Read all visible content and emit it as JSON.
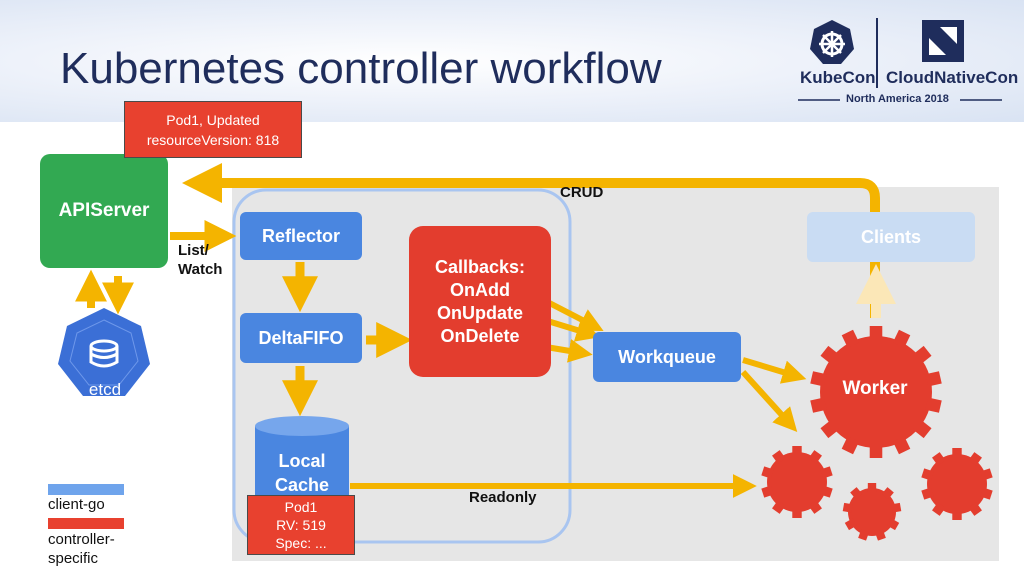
{
  "title": "Kubernetes controller workflow",
  "branding": {
    "kubecon": "KubeCon",
    "cloudnativecon": "CloudNativeCon",
    "event": "North America 2018",
    "kubecon_logo_icon": "kubernetes-helm-wheel-icon",
    "cncf_logo_icon": "cncf-logo-icon"
  },
  "nodes": {
    "apiserver": "APIServer",
    "reflector": "Reflector",
    "deltafifo": "DeltaFIFO",
    "local_cache": [
      "Local",
      "Cache"
    ],
    "callbacks": [
      "Callbacks:",
      "OnAdd",
      "OnUpdate",
      "OnDelete"
    ],
    "workqueue": "Workqueue",
    "clients": "Clients",
    "worker": "Worker",
    "etcd": "etcd"
  },
  "notes": {
    "top": [
      "Pod1, Updated",
      "resourceVersion: 818"
    ],
    "bottom": [
      "Pod1",
      "RV: 519",
      "Spec: ..."
    ]
  },
  "edge_labels": {
    "list_watch": [
      "List/",
      "Watch"
    ],
    "crud": "CRUD",
    "readonly": "Readonly"
  },
  "legend": [
    {
      "label": "client-go",
      "color": "#6fa4ec"
    },
    {
      "label": "controller-specific",
      "label_lines": [
        "controller-",
        "specific"
      ],
      "color": "#e8412f"
    }
  ],
  "colors": {
    "arrow": "#f4b400",
    "arrow_light": "#fbe7b7",
    "client_go": "#4a86e0",
    "controller_specific": "#e33d2e",
    "apiserver": "#32a952",
    "etcd": "#3b6fd6",
    "panel": "#e6e6e6",
    "title": "#1f2d5c"
  }
}
